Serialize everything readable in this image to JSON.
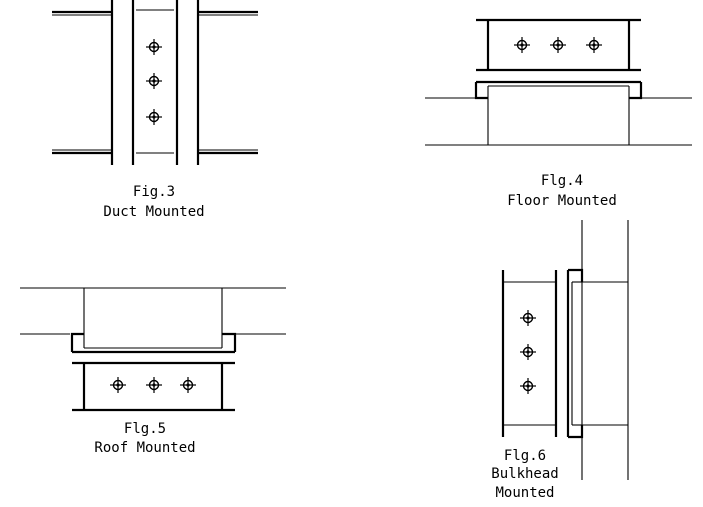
{
  "figures": [
    {
      "id": "fig3",
      "number": "Fig.3",
      "caption": "Duct Mounted"
    },
    {
      "id": "fig4",
      "number": "Flg.4",
      "caption": "Floor Mounted"
    },
    {
      "id": "fig5",
      "number": "Flg.5",
      "caption": "Roof Mounted"
    },
    {
      "id": "fig6",
      "number": "Flg.6",
      "caption_lines": [
        "Bulkhead",
        "Mounted"
      ]
    }
  ]
}
